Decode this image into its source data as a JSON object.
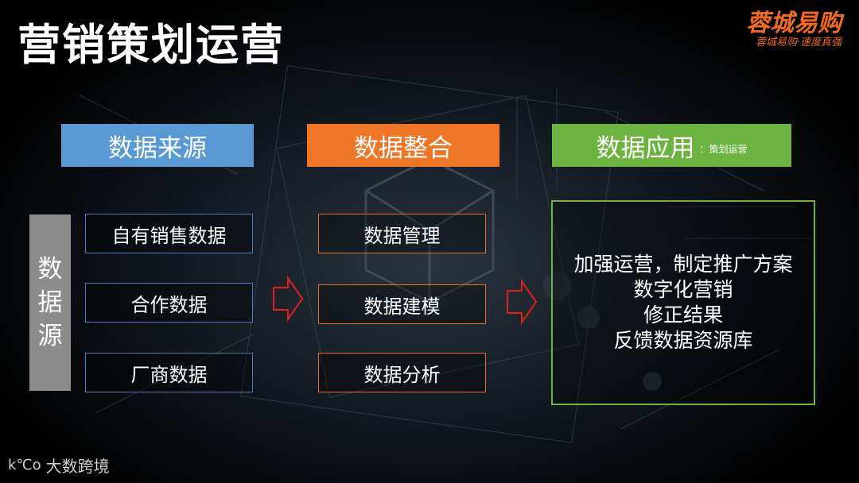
{
  "title": "营销策划运营",
  "logo": {
    "main": "蓉城易购",
    "sub": "蓉城易购·速度真强"
  },
  "headers": {
    "source": "数据来源",
    "integrate": "数据整合",
    "apply": "数据应用",
    "apply_sub": "：策划运营"
  },
  "side_label": [
    "数",
    "据",
    "源"
  ],
  "sources": [
    "自有销售数据",
    "合作数据",
    "厂商数据"
  ],
  "integration": [
    "数据管理",
    "数据建模",
    "数据分析"
  ],
  "results": [
    "加强运营，制定推广方案",
    "数字化营销",
    "修正结果",
    "反馈数据资源库"
  ],
  "footer": {
    "mark": "k℃o",
    "text": "大数跨境"
  },
  "colors": {
    "blue": "#5a9ad4",
    "orange": "#ee7627",
    "green": "#6db340",
    "gray": "#8c8c8c",
    "arrow": "#e0201a"
  }
}
